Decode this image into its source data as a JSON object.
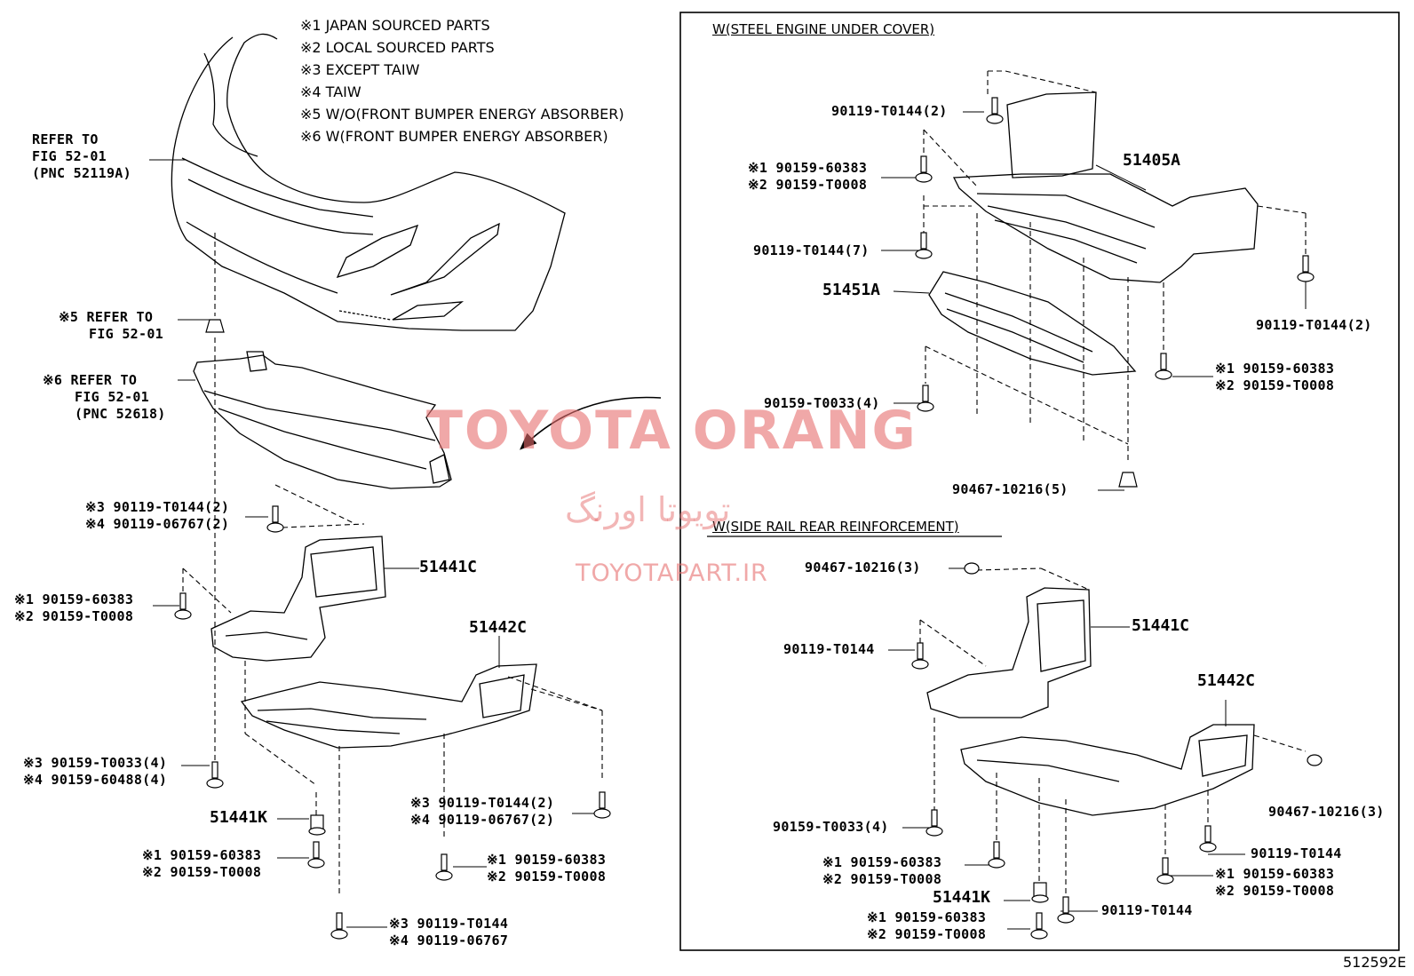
{
  "notes": [
    "※1 JAPAN SOURCED PARTS",
    "※2 LOCAL SOURCED PARTS",
    "※3 EXCEPT TAIW",
    "※4 TAIW",
    "※5 W/O(FRONT BUMPER ENERGY ABSORBER)",
    "※6 W(FRONT BUMPER ENERGY ABSORBER)"
  ],
  "left": {
    "refer_bumper": [
      "REFER TO",
      "FIG 52-01",
      "(PNC 52119A)"
    ],
    "refer_5": [
      "※5 REFER TO",
      "FIG 52-01"
    ],
    "refer_6": [
      "※6 REFER TO",
      "FIG 52-01",
      "(PNC 52618)"
    ],
    "c1": [
      "※3 90119-T0144(2)",
      "※4 90119-06767(2)"
    ],
    "c2": [
      "※1 90159-60383",
      "※2 90159-T0008"
    ],
    "c3": [
      "※3 90159-T0033(4)",
      "※4 90159-60488(4)"
    ],
    "c4": [
      "※3 90119-T0144(2)",
      "※4 90119-06767(2)"
    ],
    "c5": [
      "※1 90159-60383",
      "※2 90159-T0008"
    ],
    "c6": [
      "※1 90159-60383",
      "※2 90159-T0008"
    ],
    "c7": [
      "※3 90119-T0144",
      "※4 90119-06767"
    ],
    "pnc_51441C": "51441C",
    "pnc_51442C": "51442C",
    "pnc_51441K": "51441K"
  },
  "right_top": {
    "title": "W(STEEL ENGINE UNDER COVER)",
    "p1": "90119-T0144(2)",
    "p2": [
      "※1 90159-60383",
      "※2 90159-T0008"
    ],
    "p3": "90119-T0144(7)",
    "p4": "90119-T0144(2)",
    "p5": [
      "※1 90159-60383",
      "※2 90159-T0008"
    ],
    "p6": "90159-T0033(4)",
    "p7": "90467-10216(5)",
    "pnc_51405A": "51405A",
    "pnc_51451A": "51451A"
  },
  "right_bottom": {
    "title": "W(SIDE RAIL REAR REINFORCEMENT)",
    "p1": "90467-10216(3)",
    "p2": "90119-T0144",
    "p3": "90159-T0033(4)",
    "p4": [
      "※1 90159-60383",
      "※2 90159-T0008"
    ],
    "p5": "90467-10216(3)",
    "p6": "90119-T0144",
    "p7": [
      "※1 90159-60383",
      "※2 90159-T0008"
    ],
    "p8": "90119-T0144",
    "p9": [
      "※1 90159-60383",
      "※2 90159-T0008"
    ],
    "pnc_51441C": "51441C",
    "pnc_51442C": "51442C",
    "pnc_51441K": "51441K"
  },
  "watermark": {
    "title": "TOYOTA ORANG",
    "persian": "تویوتا اورنگ",
    "site": "TOYOTAPART.IR"
  },
  "diagram_code": "512592E"
}
